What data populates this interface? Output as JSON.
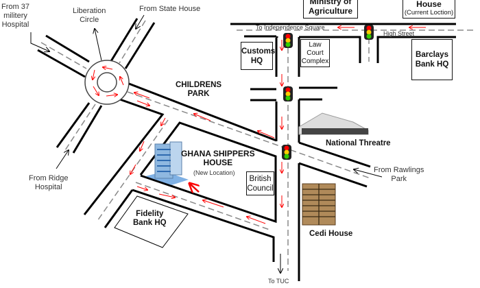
{
  "labels": {
    "from_37_hospital": "From 37\nmilitery\nHospital",
    "liberation_circle": "Liberation\nCircle",
    "from_state_house": "From State House",
    "childrens_park": "CHILDRENS\nPARK",
    "from_ridge_hospital": "From Ridge\nHospital",
    "ghana_shippers": "GHANA SHIPPERS\nHOUSE",
    "new_location": "(New Location)",
    "fidelity": "Fidelity\nBank HQ",
    "british_council": "British\nCouncil",
    "national_theatre": "National Threatre",
    "from_rawlings": "From Rawlings\nPark",
    "cedi_house": "Cedi House",
    "to_tuc": "To TUC",
    "to_independence": "To Independence Square",
    "high_street": "High Street",
    "ministry": "Ministry of\nAgriculture",
    "house": "House",
    "current_location": "(Current Loction)",
    "customs": "Customs\nHQ",
    "law_court": "Law\nCourt\nComplex",
    "barclays": "Barclays\nBank HQ"
  },
  "colors": {
    "road": "#000000",
    "dash": "#888888",
    "arrow": "#ff0000",
    "light_red": "#ff0000",
    "light_yellow": "#ffcc00",
    "light_green": "#33cc00"
  }
}
